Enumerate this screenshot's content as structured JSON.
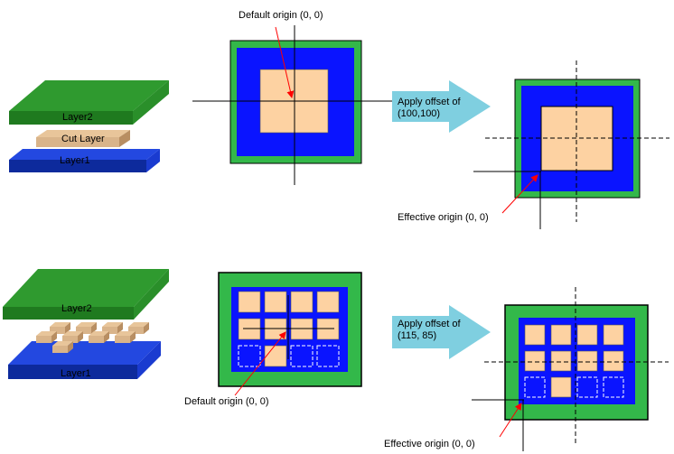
{
  "colors": {
    "layer2": "#1f7a1f",
    "layer2_side": "#2d9a2d",
    "layer1": "#0d2a9c",
    "layer1_side": "#1a3bd0",
    "cut": "#d9b48a",
    "cut_side": "#b88e62",
    "outer_green": "#33b84a",
    "inner_blue": "#0a14ff",
    "square": "#fdd2a2",
    "arrow": "#7fcfe0",
    "red": "#ff0000"
  },
  "top": {
    "stack": {
      "layer2_label": "Layer2",
      "cut_label": "Cut Layer",
      "layer1_label": "Layer1"
    },
    "default_origin_label": "Default origin (0, 0)",
    "arrow_label_line1": "Apply offset of",
    "arrow_label_line2": "(100,100)",
    "effective_origin_label": "Effective origin (0, 0)"
  },
  "bottom": {
    "stack": {
      "layer2_label": "Layer2",
      "layer1_label": "Layer1"
    },
    "default_origin_label": "Default origin (0, 0)",
    "arrow_label_line1": "Apply offset of",
    "arrow_label_line2": "(115, 85)",
    "effective_origin_label": "Effective origin (0, 0)"
  }
}
